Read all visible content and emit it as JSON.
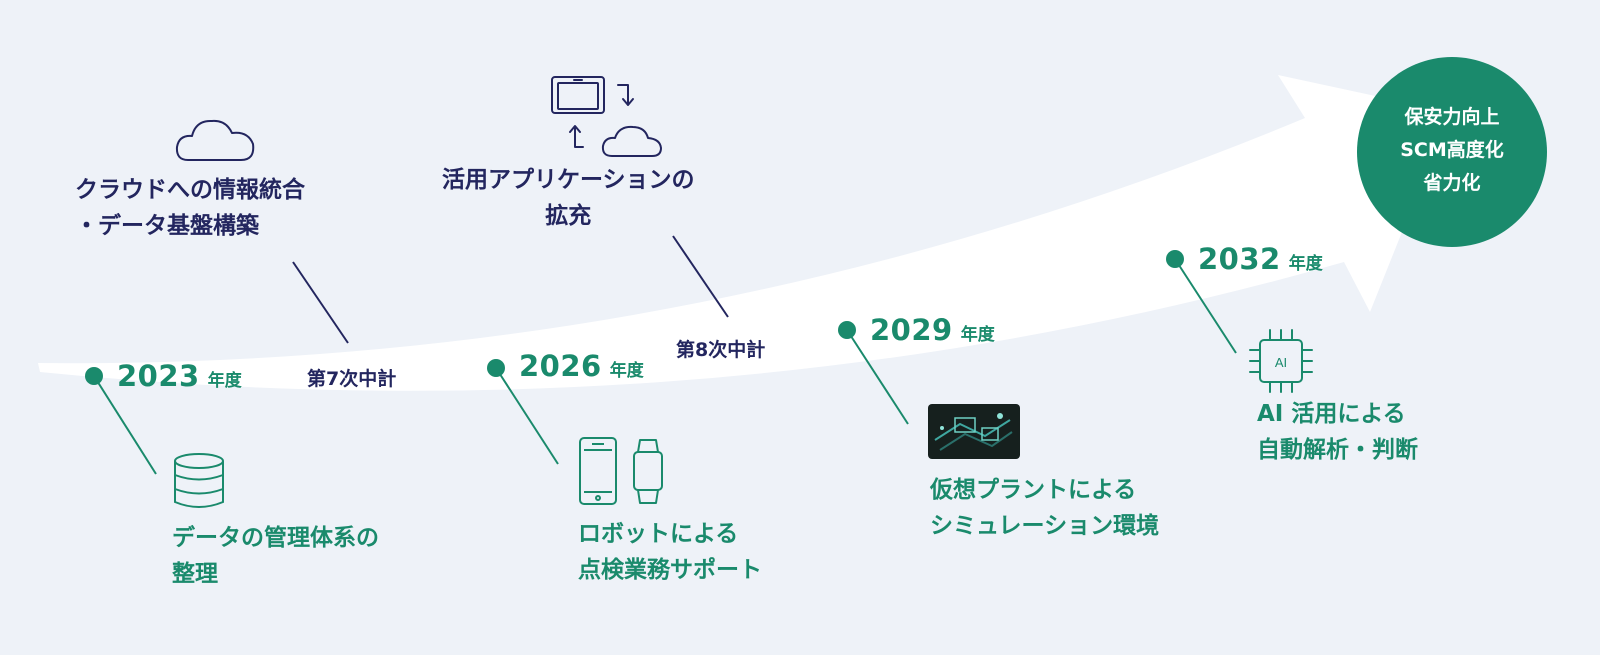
{
  "goal": {
    "line1": "保安力向上",
    "line2": "SCM高度化",
    "line3": "省力化"
  },
  "plans": {
    "plan7": "第7次中計",
    "plan8": "第8次中計"
  },
  "milestones": {
    "m2023": {
      "year": "2023",
      "unit": "年度",
      "line1": "データの管理体系の",
      "line2": "整理"
    },
    "m2026": {
      "year": "2026",
      "unit": "年度",
      "line1": "ロボットによる",
      "line2": "点検業務サポート"
    },
    "m2029": {
      "year": "2029",
      "unit": "年度",
      "line1": "仮想プラントによる",
      "line2": "シミュレーション環境"
    },
    "m2032": {
      "year": "2032",
      "unit": "年度",
      "line1": "AI 活用による",
      "line2": "自動解析・判断",
      "icon_label": "AI"
    }
  },
  "plan_topics": {
    "cloud": {
      "line1": "クラウドへの情報統合",
      "line2": "・データ基盤構築"
    },
    "apps": {
      "line1": "活用アプリケーションの",
      "line2": "拡充"
    }
  },
  "colors": {
    "background": "#eef2f8",
    "navy": "#23265f",
    "green": "#1a8a6c",
    "arrow": "#ffffff"
  },
  "icons": [
    "cloud-icon",
    "tablet-cloud-sync-icon",
    "database-icon",
    "phone-watch-icon",
    "virtual-plant-image",
    "ai-chip-icon"
  ]
}
